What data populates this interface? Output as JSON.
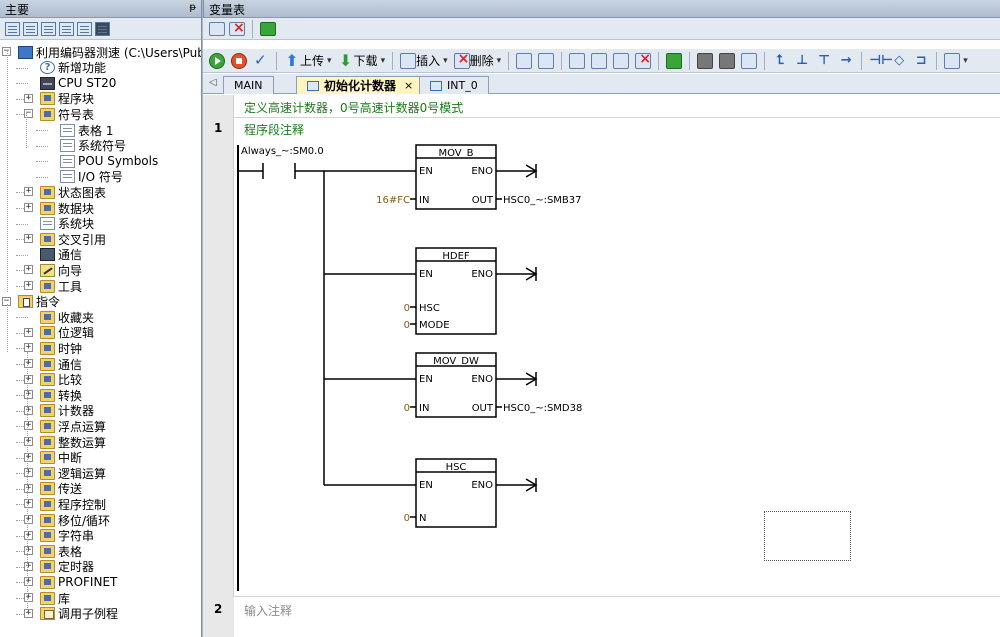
{
  "left_panel": {
    "title": "主要",
    "pin": "ᵽ",
    "tree": [
      {
        "label": "利用编码器测速 (C:\\Users\\Publi",
        "level": 0,
        "expander": "−",
        "icon": "project-icon"
      },
      {
        "label": "新增功能",
        "level": 1,
        "icon": "help-icon"
      },
      {
        "label": "CPU ST20",
        "level": 1,
        "icon": "cpu-icon"
      },
      {
        "label": "程序块",
        "level": 1,
        "expander": "+",
        "icon": "folder-icon"
      },
      {
        "label": "符号表",
        "level": 1,
        "expander": "−",
        "icon": "folder-icon"
      },
      {
        "label": "表格 1",
        "level": 2,
        "icon": "table-icon"
      },
      {
        "label": "系统符号",
        "level": 2,
        "icon": "table-icon"
      },
      {
        "label": "POU Symbols",
        "level": 2,
        "icon": "table-icon"
      },
      {
        "label": "I/O 符号",
        "level": 2,
        "icon": "table-icon"
      },
      {
        "label": "状态图表",
        "level": 1,
        "expander": "+",
        "icon": "folder-icon"
      },
      {
        "label": "数据块",
        "level": 1,
        "expander": "+",
        "icon": "folder-icon"
      },
      {
        "label": "系统块",
        "level": 1,
        "icon": "page-icon"
      },
      {
        "label": "交叉引用",
        "level": 1,
        "expander": "+",
        "icon": "folder-icon"
      },
      {
        "label": "通信",
        "level": 1,
        "icon": "network-icon"
      },
      {
        "label": "向导",
        "level": 1,
        "expander": "+",
        "icon": "wizard-icon"
      },
      {
        "label": "工具",
        "level": 1,
        "expander": "+",
        "icon": "folder-icon"
      },
      {
        "label": "指令",
        "level": 0,
        "expander": "−",
        "icon": "instructions-icon"
      },
      {
        "label": "收藏夹",
        "level": 1,
        "icon": "folder-icon"
      },
      {
        "label": "位逻辑",
        "level": 1,
        "expander": "+",
        "icon": "folder-icon"
      },
      {
        "label": "时钟",
        "level": 1,
        "expander": "+",
        "icon": "folder-icon"
      },
      {
        "label": "通信",
        "level": 1,
        "expander": "+",
        "icon": "folder-icon"
      },
      {
        "label": "比较",
        "level": 1,
        "expander": "+",
        "icon": "folder-icon"
      },
      {
        "label": "转换",
        "level": 1,
        "expander": "+",
        "icon": "folder-icon"
      },
      {
        "label": "计数器",
        "level": 1,
        "expander": "+",
        "icon": "folder-icon"
      },
      {
        "label": "浮点运算",
        "level": 1,
        "expander": "+",
        "icon": "folder-icon"
      },
      {
        "label": "整数运算",
        "level": 1,
        "expander": "+",
        "icon": "folder-icon"
      },
      {
        "label": "中断",
        "level": 1,
        "expander": "+",
        "icon": "folder-icon"
      },
      {
        "label": "逻辑运算",
        "level": 1,
        "expander": "+",
        "icon": "folder-icon"
      },
      {
        "label": "传送",
        "level": 1,
        "expander": "+",
        "icon": "folder-icon"
      },
      {
        "label": "程序控制",
        "level": 1,
        "expander": "+",
        "icon": "folder-icon"
      },
      {
        "label": "移位/循环",
        "level": 1,
        "expander": "+",
        "icon": "folder-icon"
      },
      {
        "label": "字符串",
        "level": 1,
        "expander": "+",
        "icon": "folder-icon"
      },
      {
        "label": "表格",
        "level": 1,
        "expander": "+",
        "icon": "folder-icon"
      },
      {
        "label": "定时器",
        "level": 1,
        "expander": "+",
        "icon": "folder-icon"
      },
      {
        "label": "PROFINET",
        "level": 1,
        "expander": "+",
        "icon": "folder-icon"
      },
      {
        "label": "库",
        "level": 1,
        "expander": "+",
        "icon": "folder-icon"
      },
      {
        "label": "调用子例程",
        "level": 1,
        "expander": "+",
        "icon": "subroutine-icon"
      }
    ]
  },
  "right_panel": {
    "title": "变量表",
    "toolbar": [
      {
        "label": "上传",
        "icon": "upload-arrow-icon"
      },
      {
        "label": "下载",
        "icon": "download-arrow-icon"
      },
      {
        "label": "插入",
        "icon": "insert-icon"
      },
      {
        "label": "删除",
        "icon": "delete-icon"
      }
    ],
    "tabs": [
      {
        "label": "MAIN",
        "active": false
      },
      {
        "label": "初始化计数器",
        "active": true,
        "close": "×"
      },
      {
        "label": "INT_0",
        "active": false
      }
    ],
    "scroll_left": "◁"
  },
  "editor": {
    "pou_comment": "定义高速计数器，0号高速计数器0号模式",
    "networks": [
      {
        "number": "1",
        "comment": "程序段注释"
      },
      {
        "number": "2",
        "comment": "输入注释"
      }
    ],
    "contact_label": "Always_~:SM0.0",
    "blocks": [
      {
        "name": "MOV_B",
        "en": "EN",
        "eno": "ENO",
        "inputs": [
          {
            "pin": "IN",
            "value": "16#FC"
          }
        ],
        "outputs": [
          {
            "pin": "OUT",
            "value": "HSC0_~:SMB37"
          }
        ]
      },
      {
        "name": "HDEF",
        "en": "EN",
        "eno": "ENO",
        "inputs": [
          {
            "pin": "HSC",
            "value": "0"
          },
          {
            "pin": "MODE",
            "value": "0"
          }
        ],
        "outputs": []
      },
      {
        "name": "MOV_DW",
        "en": "EN",
        "eno": "ENO",
        "inputs": [
          {
            "pin": "IN",
            "value": "0"
          }
        ],
        "outputs": [
          {
            "pin": "OUT",
            "value": "HSC0_~:SMD38"
          }
        ]
      },
      {
        "name": "HSC",
        "en": "EN",
        "eno": "ENO",
        "inputs": [
          {
            "pin": "N",
            "value": "0"
          }
        ],
        "outputs": []
      }
    ]
  }
}
